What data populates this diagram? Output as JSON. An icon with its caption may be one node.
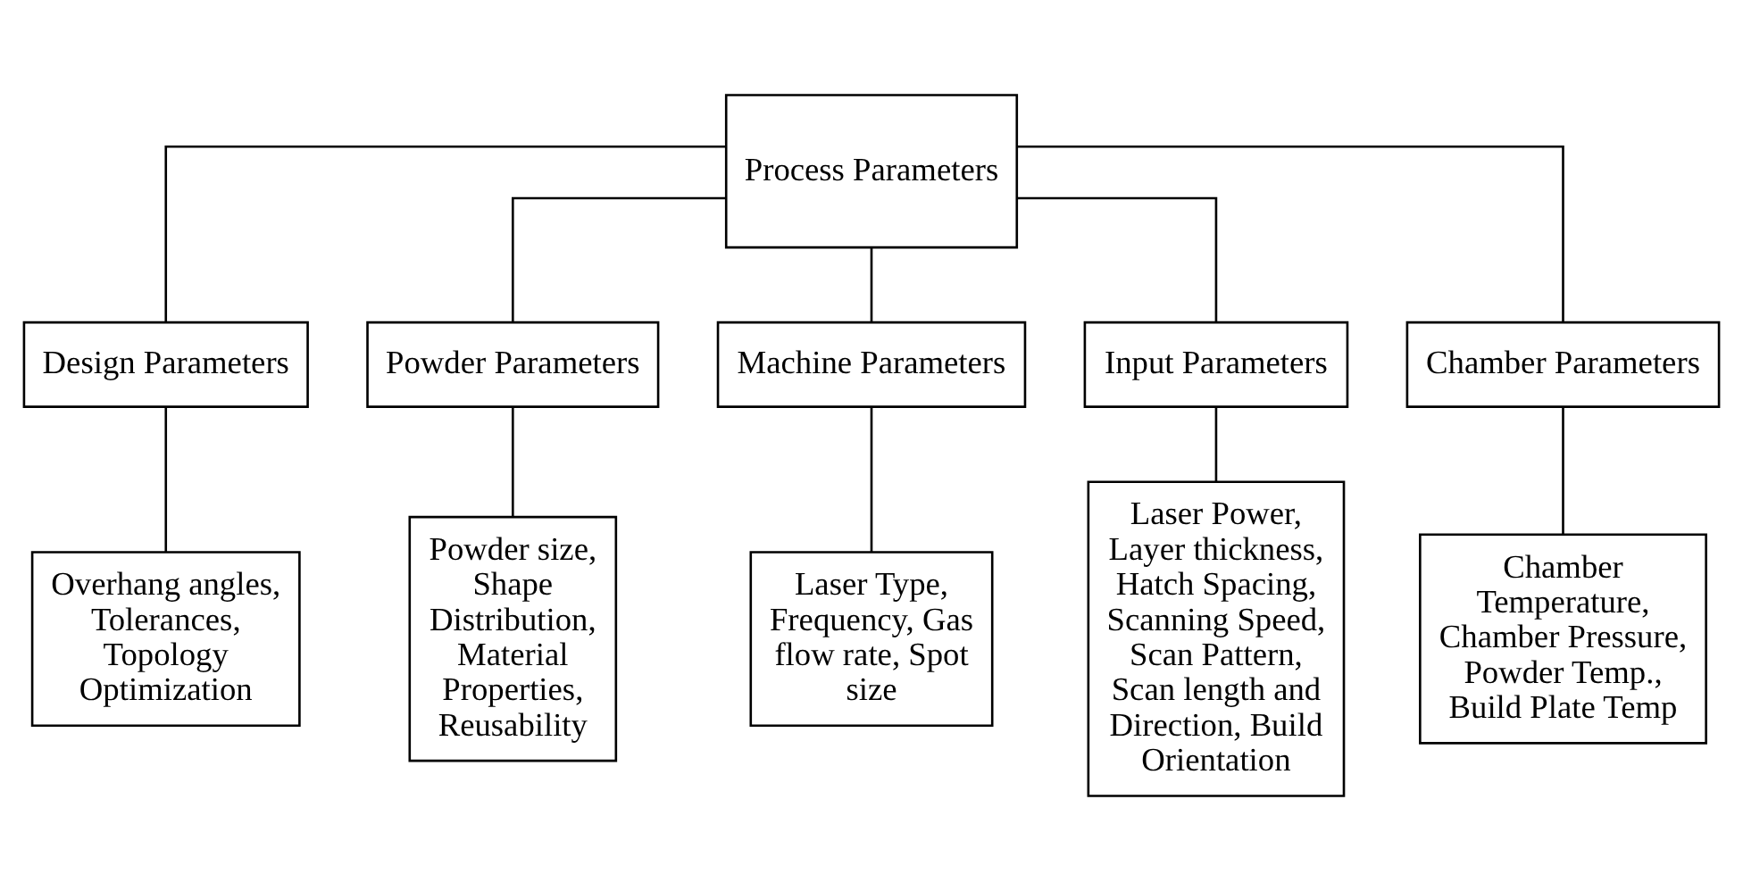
{
  "diagram": {
    "nodes": [
      {
        "text": [
          "Process Parameters"
        ]
      },
      {
        "text": [
          "Design Parameters"
        ]
      },
      {
        "text": [
          "Powder Parameters"
        ]
      },
      {
        "text": [
          "Machine Parameters"
        ]
      },
      {
        "text": [
          "Input Parameters"
        ]
      },
      {
        "text": [
          "Chamber Parameters"
        ]
      },
      {
        "text": [
          "Overhang angles, Tolerances, Topology Optimization"
        ]
      },
      {
        "text": [
          "Powder size, Shape Distribution, Material Properties, Reusability"
        ]
      },
      {
        "text": [
          "Laser Type, Frequency, Gas flow rate, Spot size"
        ]
      },
      {
        "text": [
          "Laser Power, Layer thickness, Hatch Spacing, Scanning Speed, Scan Pattern, Scan length and Direction, Build Orientation"
        ]
      },
      {
        "text": [
          "Chamber Temperature, Chamber Pressure, Powder Temp., Build Plate Temp"
        ]
      }
    ],
    "edges": [
      {
        "from": 0,
        "to": 1,
        "arrow": "none"
      },
      {
        "from": 0,
        "to": 2,
        "arrow": "none"
      },
      {
        "from": 0,
        "to": 3,
        "arrow": "none"
      },
      {
        "from": 0,
        "to": 4,
        "arrow": "none"
      },
      {
        "from": 0,
        "to": 5,
        "arrow": "none"
      },
      {
        "from": 1,
        "to": 6,
        "arrow": "none"
      },
      {
        "from": 2,
        "to": 7,
        "arrow": "none"
      },
      {
        "from": 3,
        "to": 8,
        "arrow": "none"
      },
      {
        "from": 4,
        "to": 9,
        "arrow": "none"
      },
      {
        "from": 5,
        "to": 10,
        "arrow": "none"
      }
    ]
  }
}
